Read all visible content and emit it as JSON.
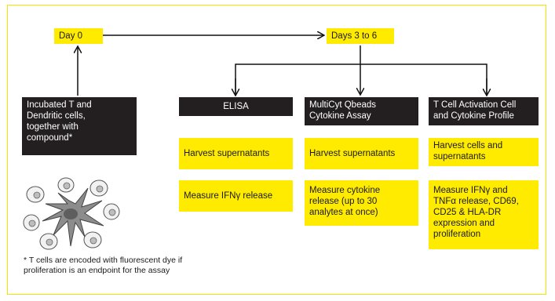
{
  "colors": {
    "highlight": "#ffeb00",
    "dark": "#231f20",
    "frame": "#f6e300"
  },
  "timeline": {
    "day0": "Day 0",
    "days3to6": "Days 3 to 6"
  },
  "incubation": "Incubated T and\nDendritic cells,\ntogether with\ncompound*",
  "columns": [
    {
      "header": "ELISA",
      "steps": [
        "Harvest supernatants",
        "Measure IFNγ release"
      ]
    },
    {
      "header": "MultiCyt Qbeads\nCytokine Assay",
      "steps": [
        "Harvest supernatants",
        "Measure cytokine\nrelease (up to 30\nanalytes at once)"
      ]
    },
    {
      "header": "T Cell Activation Cell\nand Cytokine Profile",
      "steps": [
        "Harvest cells and\nsupernatants",
        "Measure IFNγ and\nTNFα release, CD69,\nCD25 & HLA-DR\nexpression and\nproliferation"
      ]
    }
  ],
  "footnote": "* T cells are encoded with fluorescent dye if\n  proliferation is an endpoint for the assay",
  "illustration": "dendritic-cell-with-t-cells"
}
